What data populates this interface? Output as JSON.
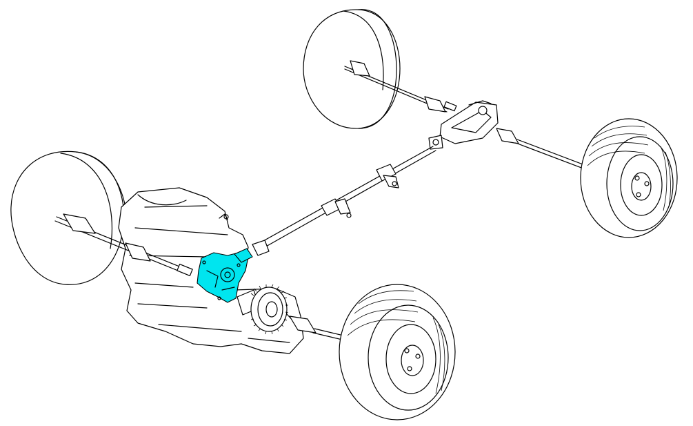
{
  "diagram": {
    "components": [
      {
        "id": "rear-left-wheel",
        "kind": "wheel",
        "highlighted": false
      },
      {
        "id": "rear-right-wheel",
        "kind": "wheel",
        "highlighted": false
      },
      {
        "id": "front-left-wheel",
        "kind": "wheel",
        "highlighted": false
      },
      {
        "id": "front-right-wheel",
        "kind": "wheel",
        "highlighted": false
      },
      {
        "id": "rear-differential",
        "kind": "differential",
        "highlighted": false
      },
      {
        "id": "propeller-shaft",
        "kind": "shaft",
        "highlighted": false
      },
      {
        "id": "engine-transmission",
        "kind": "engine",
        "highlighted": false
      },
      {
        "id": "transfer-case",
        "kind": "transfer-case",
        "highlighted": true
      },
      {
        "id": "front-differential-ring-gear",
        "kind": "gear",
        "highlighted": false
      }
    ],
    "colors": {
      "highlight": "#00e5ef",
      "line": "#000000",
      "background": "#ffffff"
    }
  }
}
